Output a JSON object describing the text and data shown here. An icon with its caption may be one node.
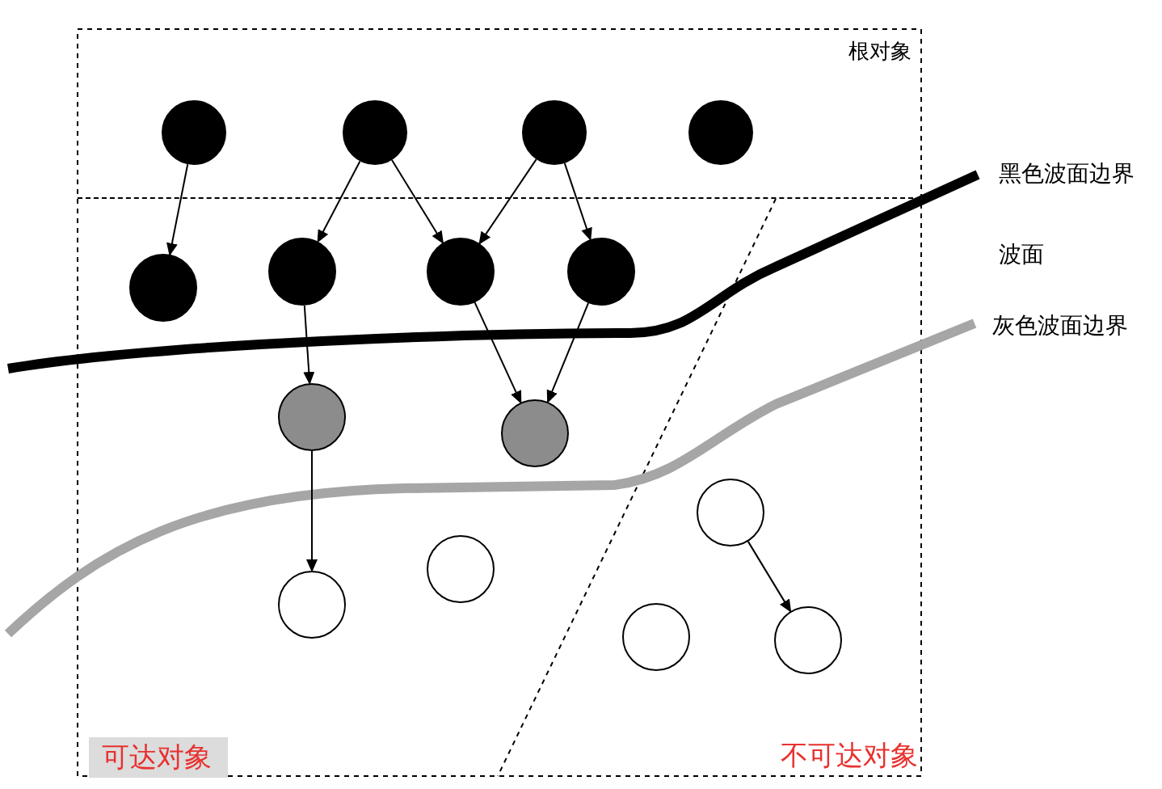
{
  "diagram": {
    "nodes": [
      {
        "text": [
          "根对象"
        ]
      },
      {
        "text": [],
        "shape": "circle",
        "in": 0
      },
      {
        "text": [],
        "shape": "circle",
        "in": 0
      },
      {
        "text": [],
        "shape": "circle",
        "in": 0
      },
      {
        "text": [],
        "shape": "circle",
        "in": 0
      },
      {
        "text": [],
        "shape": "circle"
      },
      {
        "text": [],
        "shape": "circle"
      },
      {
        "text": [],
        "shape": "circle"
      },
      {
        "text": [],
        "shape": "circle"
      },
      {
        "text": [],
        "shape": "circle"
      },
      {
        "text": [],
        "shape": "circle"
      },
      {
        "text": [],
        "shape": "circle"
      },
      {
        "text": [],
        "shape": "circle"
      },
      {
        "text": [],
        "shape": "circle"
      },
      {
        "text": [],
        "shape": "circle"
      },
      {
        "text": [],
        "shape": "circle"
      }
    ],
    "edges": [
      {
        "from": 1,
        "to": 5,
        "arrow": "to"
      },
      {
        "from": 2,
        "to": 6,
        "arrow": "to"
      },
      {
        "from": 2,
        "to": 7,
        "arrow": "to"
      },
      {
        "from": 3,
        "to": 7,
        "arrow": "to"
      },
      {
        "from": 3,
        "to": 8,
        "arrow": "to"
      },
      {
        "from": 6,
        "to": 9,
        "arrow": "to"
      },
      {
        "from": 7,
        "to": 10,
        "arrow": "to"
      },
      {
        "from": 8,
        "to": 10,
        "arrow": "to"
      },
      {
        "from": 9,
        "to": 11,
        "arrow": "to"
      },
      {
        "from": 13,
        "to": 15,
        "arrow": "to"
      }
    ],
    "labels": [
      "黑色波面边界",
      "波面",
      "灰色波面边界",
      "可达对象",
      "不可达对象"
    ]
  }
}
